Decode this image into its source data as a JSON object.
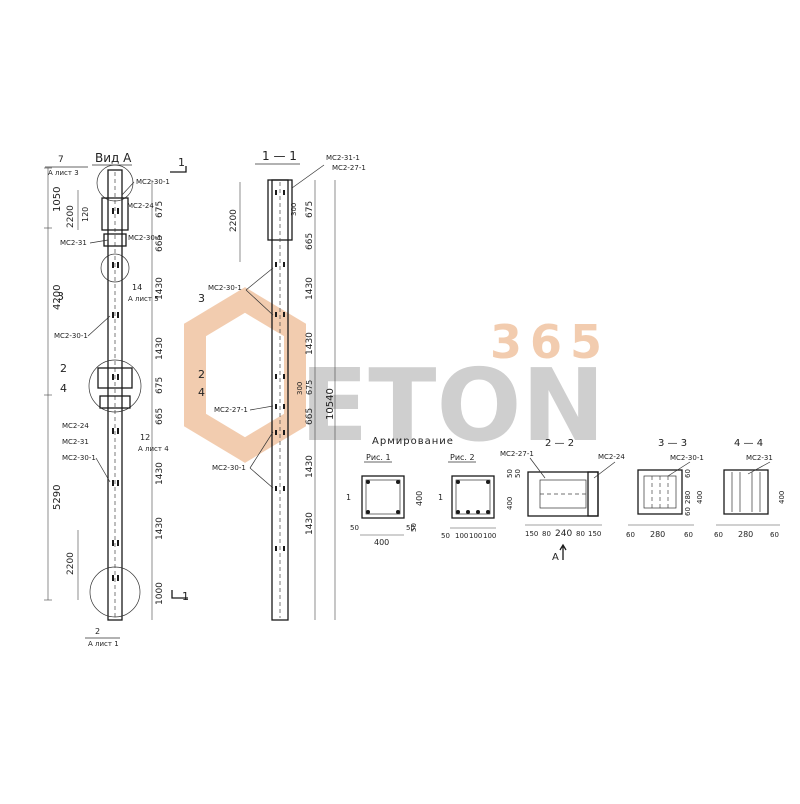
{
  "watermark": {
    "top": "365",
    "main": "ETON",
    "accent": "#e8a36e",
    "grey": "#9a9a9a"
  },
  "view_a": {
    "title": "Вид А",
    "callout_top_num": "7",
    "callout_top_ref": "А лист 3",
    "callout_mid_num": "14",
    "callout_mid_ref": "А лист 5",
    "callout_low_num": "12",
    "callout_low_ref": "А лист 4",
    "callout_bot_num": "2",
    "callout_bot_ref": "А лист 1",
    "cut_1": "1",
    "cut_2": "2",
    "cut_3": "3",
    "cut_4": "4",
    "marks": [
      "МС2-30-1",
      "МС2-24",
      "МС2-30-1",
      "МС2-31",
      "МС2-30-1",
      "МС2-24",
      "МС2-31",
      "МС2-30-1"
    ],
    "left_dims": [
      "1050",
      "4200",
      "5290"
    ],
    "inner_dims": [
      "2200",
      "120",
      "2200"
    ],
    "right_dims": [
      "675",
      "665",
      "1430",
      "1430",
      "675",
      "665",
      "1430",
      "1430",
      "1000"
    ]
  },
  "section_11": {
    "title": "1 — 1",
    "marks": [
      "МС2-31-1",
      "МС2-27-1",
      "МС2-30-1",
      "МС2-27-1",
      "МС2-30-1"
    ],
    "left_dim": "2200",
    "right_dims": [
      "675",
      "665",
      "1430",
      "1430",
      "675",
      "665",
      "1430",
      "1430"
    ],
    "small_dims": [
      "300",
      "300"
    ],
    "overall": "10540"
  },
  "reinforcement": {
    "title": "Армирование",
    "ris1": {
      "label": "Рис. 1",
      "dims": [
        "400",
        "50",
        "50",
        "400",
        "50",
        "1"
      ]
    },
    "ris2": {
      "label": "Рис. 2",
      "dims": [
        "100",
        "100",
        "100",
        "50",
        "1",
        "50",
        "400"
      ]
    },
    "sec22": {
      "title": "2 — 2",
      "marks": [
        "МС2-27-1",
        "МС2-24"
      ],
      "dims": [
        "150",
        "80",
        "240",
        "80",
        "150",
        "50"
      ],
      "arrow": "А"
    },
    "sec33": {
      "title": "3 — 3",
      "mark": "МС2-30-1",
      "dims": [
        "60",
        "280",
        "60",
        "60",
        "280",
        "60",
        "400"
      ]
    },
    "sec44": {
      "title": "4 — 4",
      "mark": "МС2-31",
      "dims": [
        "60",
        "280",
        "60",
        "400"
      ]
    }
  }
}
